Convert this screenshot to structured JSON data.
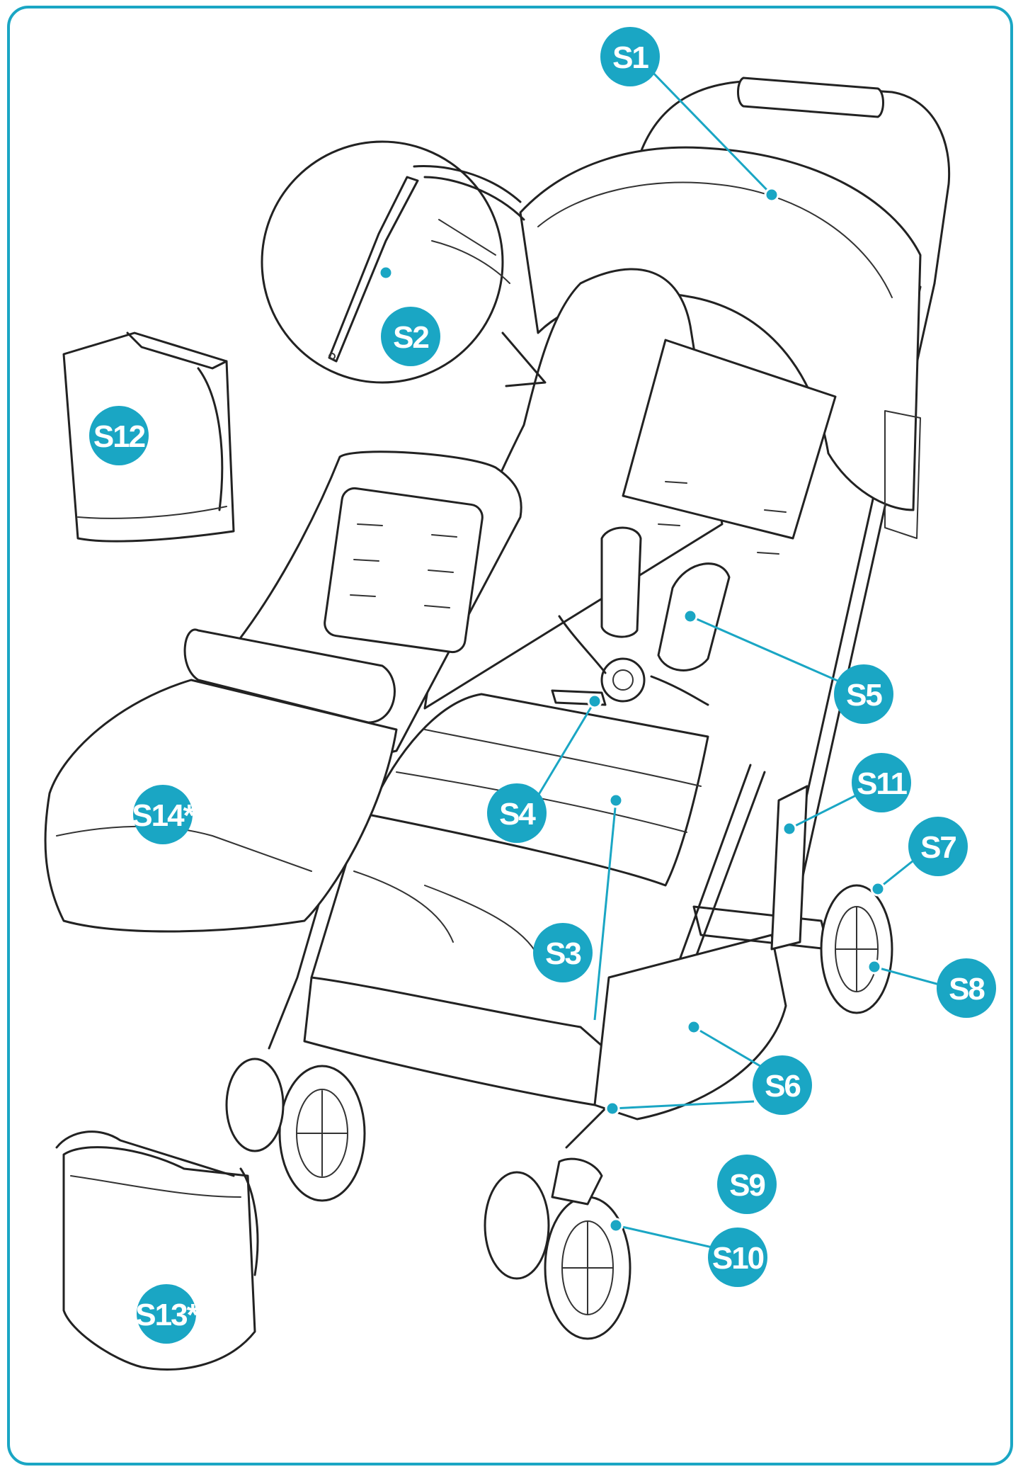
{
  "colors": {
    "accent": "#1aa6c4",
    "line": "#222222",
    "background": "#ffffff"
  },
  "labels": {
    "s1": "S1",
    "s2": "S2",
    "s3": "S3",
    "s4": "S4",
    "s5": "S5",
    "s6": "S6",
    "s7": "S7",
    "s8": "S8",
    "s9": "S9",
    "s10": "S10",
    "s11": "S11",
    "s12": "S12",
    "s13": "S13*",
    "s14": "S14*"
  }
}
